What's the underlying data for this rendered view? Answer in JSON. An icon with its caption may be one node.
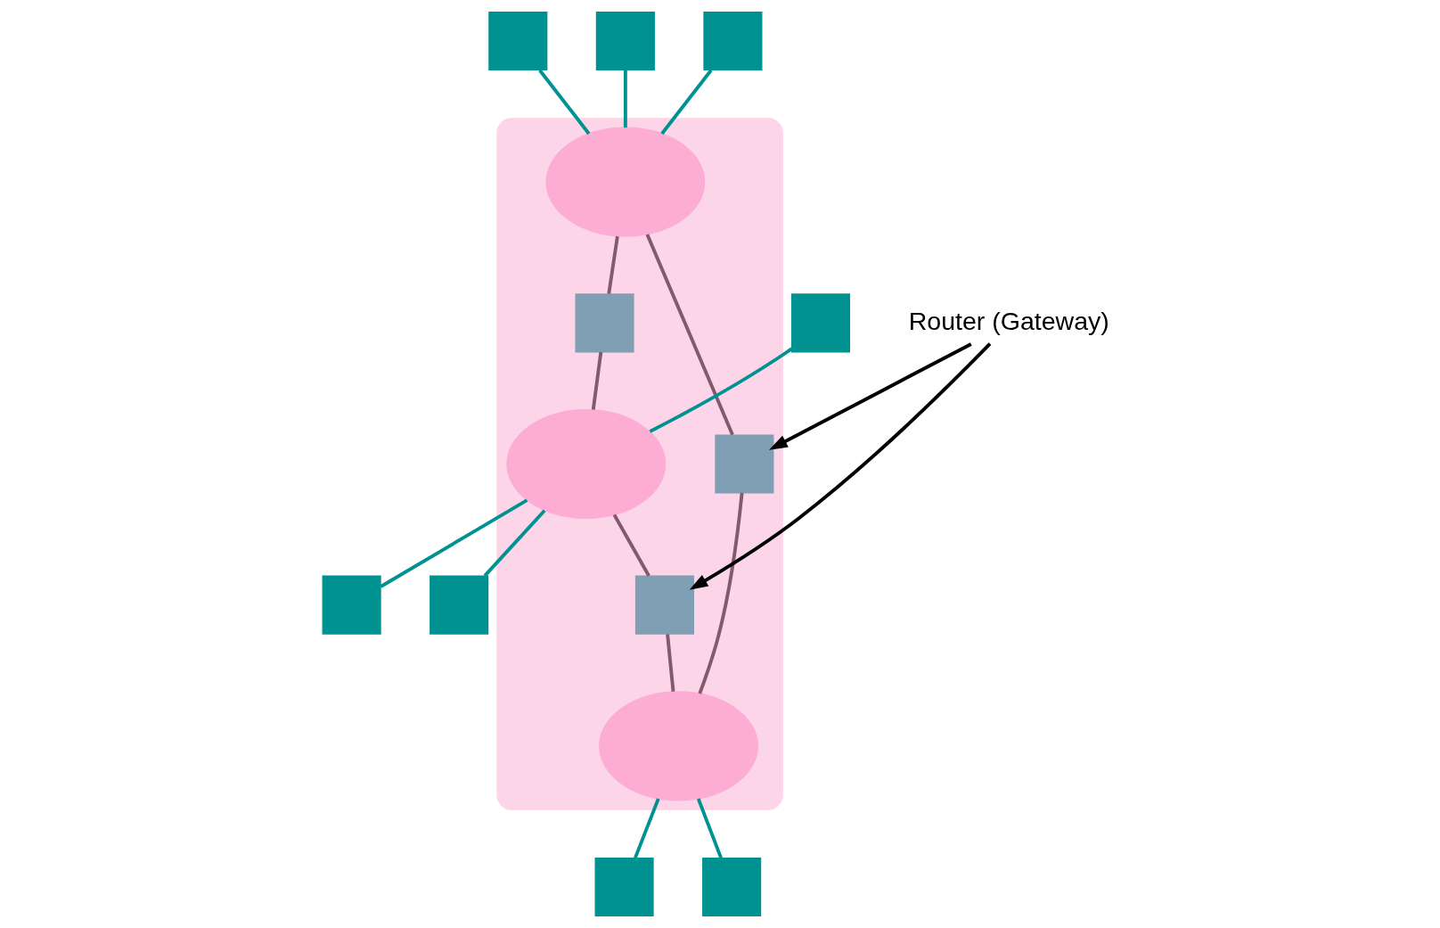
{
  "diagram": {
    "nodes": [
      {
        "text": [],
        "shape": "box"
      },
      {
        "text": [],
        "shape": "cloud"
      },
      {
        "text": [],
        "shape": "cloud",
        "in": 1
      },
      {
        "text": [],
        "shape": "box"
      },
      {
        "text": [],
        "shape": "box"
      },
      {
        "text": [
          "Router (Gateway)"
        ]
      },
      {
        "text": [],
        "shape": "box",
        "in": 1
      },
      {
        "text": [],
        "shape": "box",
        "in": 1
      },
      {
        "text": [],
        "shape": "box"
      },
      {
        "text": [],
        "shape": "cloud",
        "in": 1
      },
      {
        "text": [],
        "shape": "box",
        "in": 1
      },
      {
        "text": [],
        "shape": "cloud",
        "in": 1
      },
      {
        "text": [],
        "shape": "box"
      },
      {
        "text": [],
        "shape": "box"
      },
      {
        "text": [],
        "shape": "box"
      },
      {
        "text": [],
        "shape": "box"
      }
    ],
    "edges": [
      {
        "from": 0,
        "to": 2,
        "arrow": "none"
      },
      {
        "from": 3,
        "to": 2,
        "arrow": "none"
      },
      {
        "from": 4,
        "to": 2,
        "arrow": "none"
      },
      {
        "from": 2,
        "to": 6,
        "arrow": "none",
        "color": "#82596f"
      },
      {
        "from": 2,
        "to": 7,
        "arrow": "none",
        "color": "#82596f"
      },
      {
        "from": 5,
        "to": 7,
        "arrow": "to",
        "color": "#000000"
      },
      {
        "from": 5,
        "to": 10,
        "arrow": "to",
        "color": "#000000"
      },
      {
        "from": 8,
        "to": 9,
        "arrow": "none"
      },
      {
        "from": 6,
        "to": 9,
        "arrow": "none",
        "color": "#82596f"
      },
      {
        "from": 7,
        "to": 11,
        "arrow": "none",
        "color": "#82596f"
      },
      {
        "from": 9,
        "to": 10,
        "arrow": "none",
        "color": "#82596f"
      },
      {
        "from": 10,
        "to": 11,
        "arrow": "none",
        "color": "#82596f"
      },
      {
        "from": 9,
        "to": 12,
        "arrow": "none"
      },
      {
        "from": 9,
        "to": 13,
        "arrow": "none"
      },
      {
        "from": 11,
        "to": 14,
        "arrow": "none"
      },
      {
        "from": 11,
        "to": 15,
        "arrow": "none"
      }
    ]
  }
}
